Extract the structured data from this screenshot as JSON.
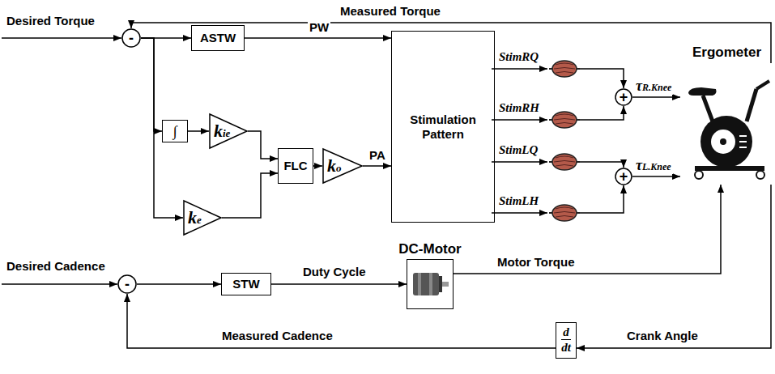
{
  "diagram": {
    "nodes": [
      {
        "text": [
          "-"
        ]
      },
      {
        "text": [
          "ASTW"
        ]
      },
      {
        "text": [
          "∫"
        ]
      },
      {
        "text": [
          "kie"
        ]
      },
      {
        "text": [
          "ke"
        ]
      },
      {
        "text": [
          "FLC"
        ]
      },
      {
        "text": [
          "ko"
        ]
      },
      {
        "text": [
          "Stimulation Pattern"
        ]
      },
      {
        "text": [
          "+"
        ]
      },
      {
        "text": [
          "+"
        ]
      },
      {
        "text": [
          "Ergometer"
        ]
      },
      {
        "text": [
          "-"
        ]
      },
      {
        "text": [
          "STW"
        ]
      },
      {
        "text": [
          "DC-Motor"
        ]
      },
      {
        "text": [
          "d",
          "dt"
        ]
      }
    ],
    "edges": [
      {
        "from": 0,
        "to": 1,
        "arrow": "to"
      },
      {
        "from": 0,
        "to": 2,
        "arrow": "to"
      },
      {
        "from": 0,
        "to": 4,
        "arrow": "to"
      },
      {
        "from": 2,
        "to": 3,
        "arrow": "to"
      },
      {
        "from": 3,
        "to": 5,
        "arrow": "to"
      },
      {
        "from": 4,
        "to": 5,
        "arrow": "to"
      },
      {
        "from": 5,
        "to": 6,
        "arrow": "to"
      },
      {
        "from": 1,
        "to": 7,
        "label": "PW",
        "arrow": "to"
      },
      {
        "from": 6,
        "to": 7,
        "label": "PA",
        "arrow": "to"
      },
      {
        "from": 8,
        "to": 10,
        "label": "τR.Knee",
        "arrow": "to"
      },
      {
        "from": 9,
        "to": 10,
        "label": "τL.Knee",
        "arrow": "to"
      },
      {
        "from": 10,
        "to": 0,
        "label": "Measured Torque",
        "arrow": "to"
      },
      {
        "from": 11,
        "to": 12,
        "arrow": "to"
      },
      {
        "from": 12,
        "to": 13,
        "label": "Duty Cycle",
        "arrow": "to"
      },
      {
        "from": 13,
        "to": 10,
        "label": "Motor Torque",
        "arrow": "to"
      },
      {
        "from": 10,
        "to": 14,
        "label": "Crank Angle",
        "arrow": "to"
      },
      {
        "from": 14,
        "to": 11,
        "label": "Measured Cadence",
        "arrow": "to"
      }
    ],
    "labels": [
      "Desired Torque",
      "StimRQ",
      "StimRH",
      "StimLQ",
      "StimLH",
      "Desired Cadence"
    ]
  }
}
